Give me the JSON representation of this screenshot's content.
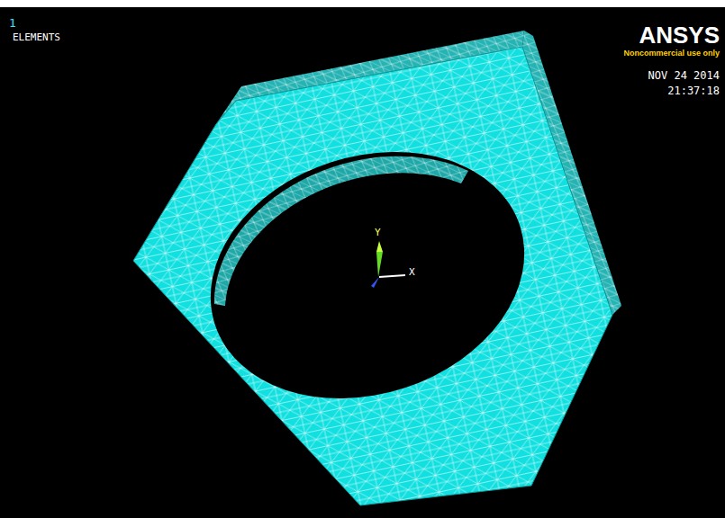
{
  "diagram": {
    "labels": [
      "1",
      "ELEMENTS",
      "ANSYS",
      "Noncommercial use only",
      "NOV 24 2014",
      "21:37:18",
      "Y",
      "X"
    ]
  }
}
